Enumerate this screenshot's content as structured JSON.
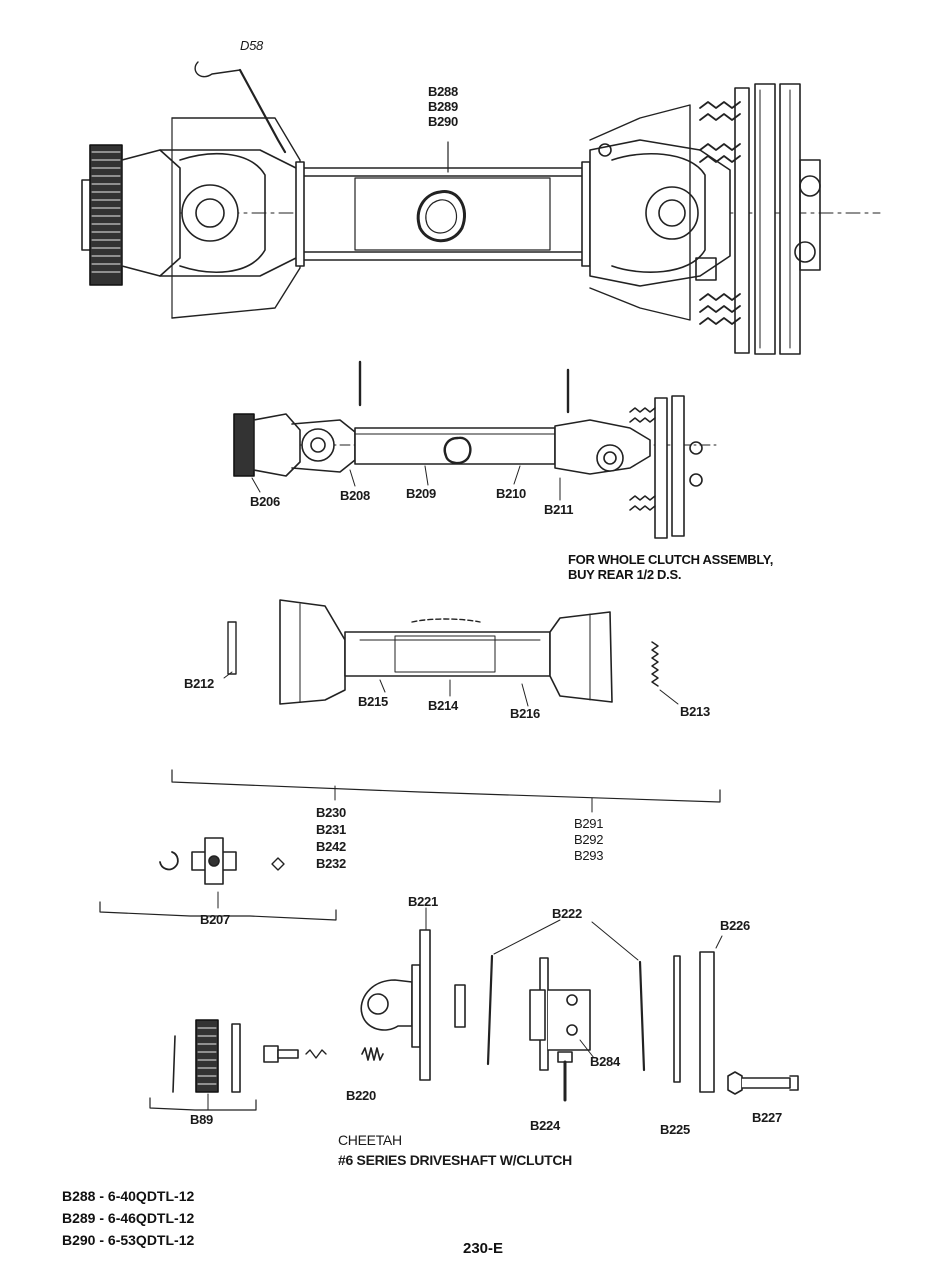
{
  "labels": {
    "D58": "D58",
    "B288": "B288",
    "B289": "B289",
    "B290": "B290",
    "B206": "B206",
    "B208": "B208",
    "B209": "B209",
    "B210": "B210",
    "B211": "B211",
    "B212": "B212",
    "B215": "B215",
    "B214": "B214",
    "B216": "B216",
    "B213": "B213",
    "B230": "B230",
    "B231": "B231",
    "B242": "B242",
    "B232": "B232",
    "B291": "B291",
    "B292": "B292",
    "B293": "B293",
    "B207": "B207",
    "B221": "B221",
    "B222": "B222",
    "B226": "B226",
    "B284": "B284",
    "B220": "B220",
    "B224": "B224",
    "B225": "B225",
    "B227": "B227",
    "B89": "B89"
  },
  "clutch_note": {
    "line1": "FOR WHOLE CLUTCH ASSEMBLY,",
    "line2": "BUY REAR 1/2 D.S."
  },
  "title": {
    "line1": "CHEETAH",
    "line2": "#6 SERIES DRIVESHAFT W/CLUTCH"
  },
  "legend": [
    "B288 - 6-40QDTL-12",
    "B289 - 6-46QDTL-12",
    "B290 - 6-53QDTL-12"
  ],
  "page_number": "230-E"
}
